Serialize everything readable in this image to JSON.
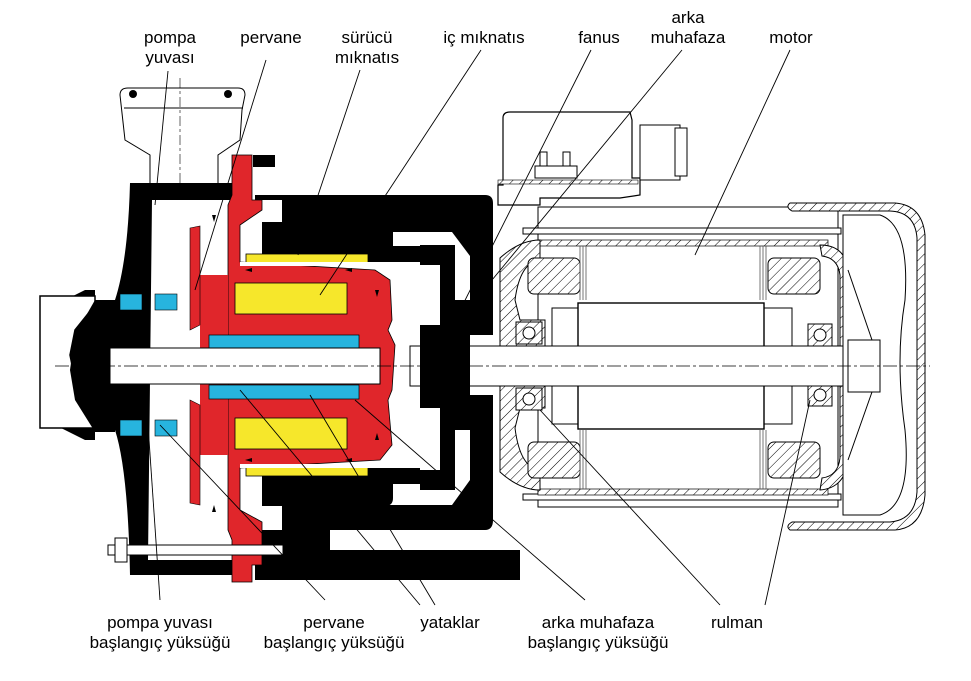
{
  "diagram": {
    "title": "Magnetic drive pump cross-section",
    "colors": {
      "housing": "#000000",
      "impeller": "#e0262b",
      "magnet": "#f6e72b",
      "bearing": "#27b4de",
      "line": "#000000"
    },
    "labels_top": [
      {
        "id": "pompa-yuvasi",
        "lines": [
          "pompa",
          "yuvası"
        ]
      },
      {
        "id": "pervane",
        "lines": [
          "pervane"
        ]
      },
      {
        "id": "surucu-miknatis",
        "lines": [
          "sürücü",
          "mıknatıs"
        ]
      },
      {
        "id": "ic-miknatis",
        "lines": [
          "iç mıknatıs"
        ]
      },
      {
        "id": "fanus",
        "lines": [
          "fanus"
        ]
      },
      {
        "id": "arka-muhafaza",
        "lines": [
          "arka",
          "muhafaza"
        ]
      },
      {
        "id": "motor",
        "lines": [
          "motor"
        ]
      }
    ],
    "labels_bottom": [
      {
        "id": "pompa-yuvasi-baslangic",
        "lines": [
          "pompa yuvası",
          "başlangıç yüksüğü"
        ]
      },
      {
        "id": "pervane-baslangic",
        "lines": [
          "pervane",
          "başlangıç yüksüğü"
        ]
      },
      {
        "id": "yataklar",
        "lines": [
          "yataklar"
        ]
      },
      {
        "id": "arka-muhafaza-baslangic",
        "lines": [
          "arka muhafaza",
          "başlangıç yüksüğü"
        ]
      },
      {
        "id": "rulman",
        "lines": [
          "rulman"
        ]
      }
    ]
  }
}
